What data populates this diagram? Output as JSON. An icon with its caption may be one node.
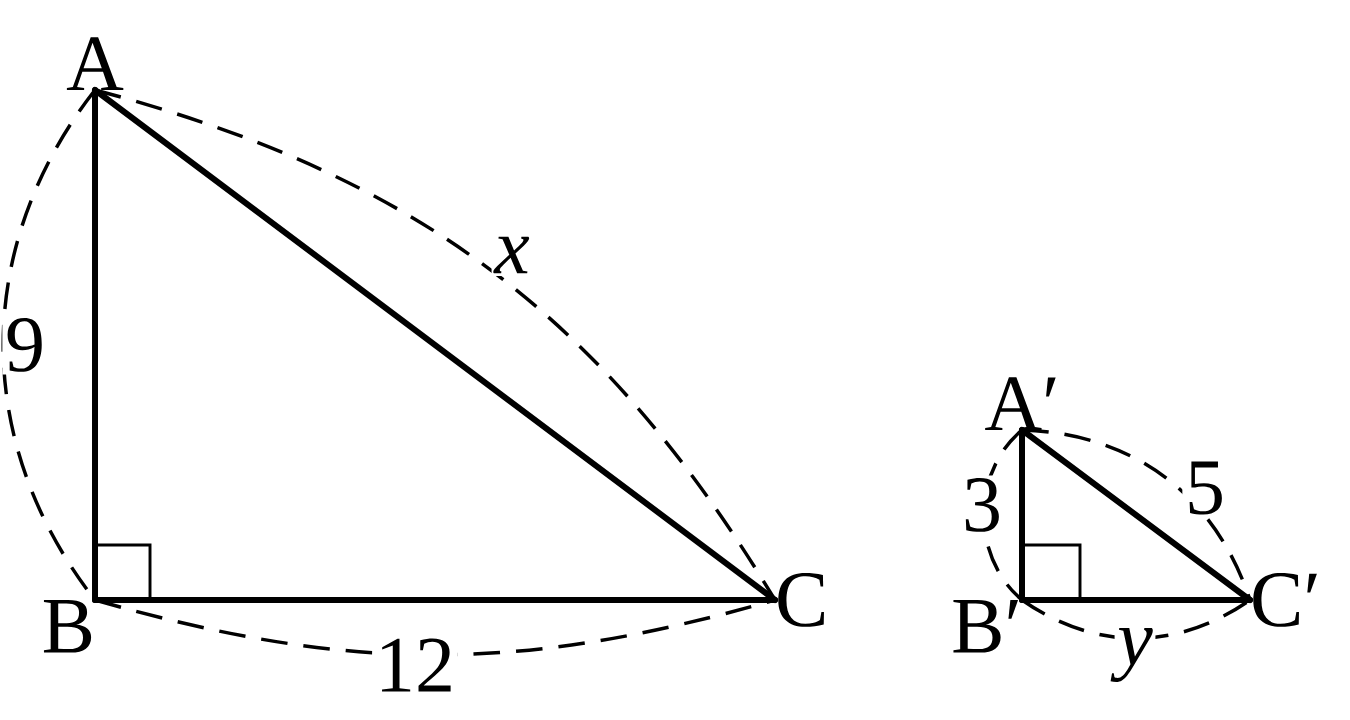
{
  "diagram": {
    "nodes": [
      {
        "text": [
          "A"
        ]
      },
      {
        "text": [
          "B"
        ]
      },
      {
        "text": [
          "C"
        ]
      },
      {
        "text": [
          "A′"
        ]
      },
      {
        "text": [
          "B′"
        ]
      },
      {
        "text": [
          "C′"
        ]
      }
    ],
    "edges": [
      {
        "from": 0,
        "to": 1,
        "arrow": "none"
      },
      {
        "from": 1,
        "to": 2,
        "arrow": "none"
      },
      {
        "from": 0,
        "to": 2,
        "arrow": "none"
      },
      {
        "from": 3,
        "to": 4,
        "arrow": "none"
      },
      {
        "from": 4,
        "to": 5,
        "arrow": "none"
      },
      {
        "from": 3,
        "to": 5,
        "arrow": "none"
      }
    ],
    "labels": [
      "9",
      "x",
      "12",
      "3",
      "5",
      "y"
    ]
  }
}
